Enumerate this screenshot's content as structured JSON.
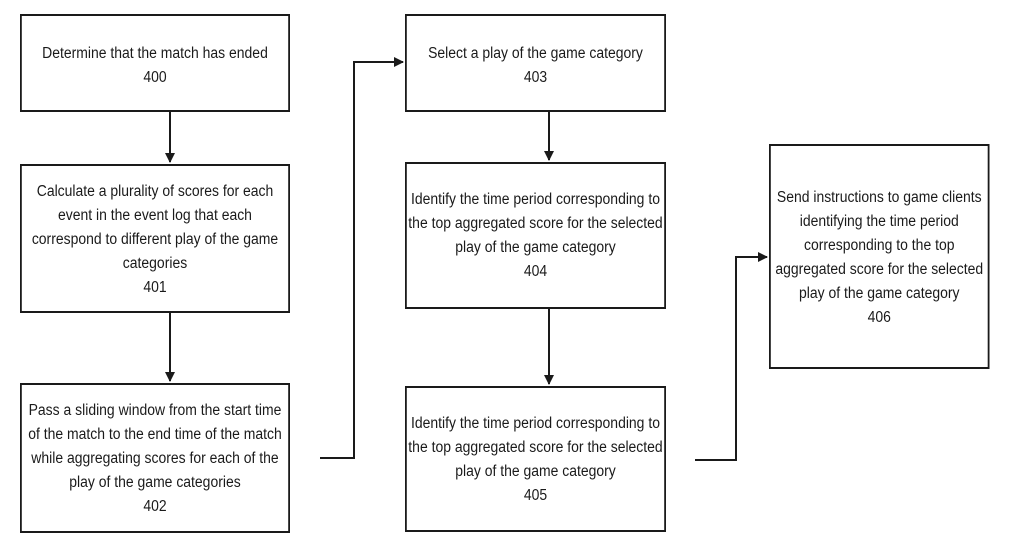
{
  "flowchart": {
    "steps": [
      {
        "id": "400",
        "text": "Determine that the match has ended",
        "number": "400"
      },
      {
        "id": "401",
        "text": "Calculate a plurality of scores for each\nevent in the event log that each\ncorrespond to different play of the game\ncategories",
        "number": "401"
      },
      {
        "id": "402",
        "text": "Pass a sliding window from the start time\nof the match to the end time of the match\nwhile aggregating scores for each of the\nplay of the game categories",
        "number": "402"
      },
      {
        "id": "403",
        "text": "Select a play of the game category",
        "number": "403"
      },
      {
        "id": "404",
        "text": "Identify the time period corresponding to\nthe top aggregated score for the selected\nplay of the game category",
        "number": "404"
      },
      {
        "id": "405",
        "text": "Identify the time period corresponding to\nthe top aggregated score for the selected\nplay of the game category",
        "number": "405"
      },
      {
        "id": "406",
        "text": "Send instructions to game clients\nidentifying the time period\ncorresponding to the top\naggregated score for the selected\nplay of the game category",
        "number": "406"
      }
    ],
    "edges": [
      {
        "from": "400",
        "to": "401"
      },
      {
        "from": "401",
        "to": "402"
      },
      {
        "from": "402",
        "to": "403"
      },
      {
        "from": "403",
        "to": "404"
      },
      {
        "from": "404",
        "to": "405"
      },
      {
        "from": "405",
        "to": "406"
      }
    ],
    "colors": {
      "line": "#1a1a1a",
      "box_border": "#1a1a1a",
      "background": "#ffffff"
    }
  }
}
